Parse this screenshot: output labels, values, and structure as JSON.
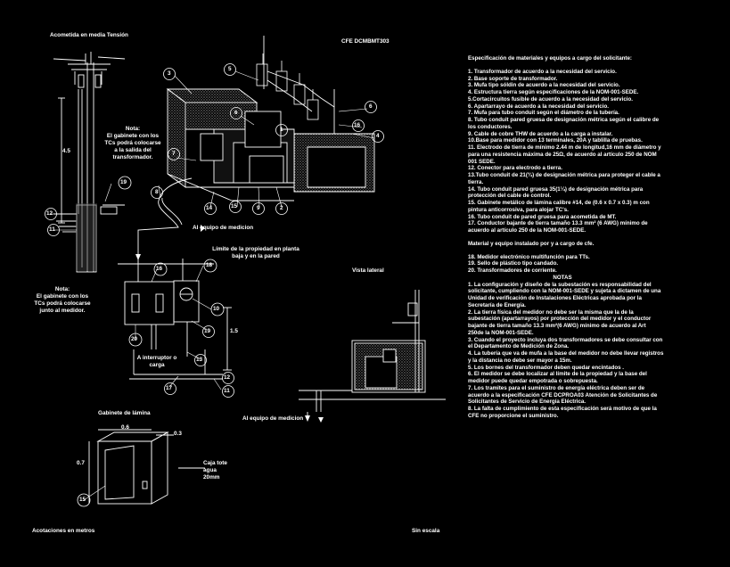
{
  "title_acometida": "Acometida en media Tensión",
  "drawing_code": "CFE DCMBMT303",
  "note1": [
    "Nota:",
    "El gabinete con los",
    "TCs podrá colocarse",
    "a la salida del",
    "transformador."
  ],
  "note2": [
    "Nota:",
    "El gabinete con los",
    "TCs podrá colocarse",
    "junto al medidor."
  ],
  "dim_pole": "4.5",
  "dim_meter": "1.5",
  "label_equipo_medicion": "Al equipo de medicion",
  "label_limite": [
    "Límite de la propiedad en planta",
    "baja y en la pared"
  ],
  "label_interruptor": [
    "A interruptor o",
    "carga"
  ],
  "label_vista_lateral": "Vista lateral",
  "label_equipo_medicion2": "Al equipo de medicion",
  "gabinete_title": "Gabinete de lámina",
  "gabinete_dims": {
    "w": "0.6",
    "d": "0.3",
    "h": "0.7"
  },
  "caja_label": [
    "Caja tote",
    "agua",
    "20mm"
  ],
  "footer_left": "Acotaciones en metros",
  "footer_right": "Sin escala",
  "spec_title": "Especificación de materiales y equipos a cargo del solicitante:",
  "spec_items": [
    "1. Transformador de acuerdo a la necesidad del servicio.",
    "2. Base soporte de transformador.",
    "3. Mufa tipo sóldin de acuerdo a la necesidad del servicio.",
    "4. Estructura tierra según especificaciones de la NOM-001-SEDE.",
    "5.Cortacircuitos fusible de acuerdo a la necesidad del servicio.",
    "6. Apartarrayo de acuerdo a la necesidad del servicio.",
    "7. Mufa para tubo conduit según el diámetro de la tubería.",
    "8. Tubo conduit pared gruesa de designación métrica según el calibre de",
    "los conductores.",
    "9. Cable de cobre THW de acuerdo a la carga a instalar.",
    "10.Base para medidor con 13 terminales, 20A y tablilla de pruebas.",
    "11. Electrodo de tierra de mínimo 2.44 m de longitud,16 mm de diámetro y",
    "para una resistencia máxima de 25Ω, de acuerdo al artículo 250 de NOM",
    "001 SEDE.",
    "12. Conector para electrodo a tierra.",
    "13.Tubo conduit de 21(¾) de designación métrica para proteger el cable a",
    "tierra.",
    "14. Tubo conduit pared gruesa 35(1¼) de designación métrica para",
    "protección del cable de control.",
    "15. Gabinete metálico de lámina calibre #14, de (0.6 x 0.7 x 0.3) m con",
    "pintura anticorrosiva, para alojar TC's.",
    "16. Tubo conduit de pared gruesa para acometida de MT.",
    "17. Conductor bajante de tierra tamaño 13.3 mm² (6 AWG) mínimo de",
    "acuerdo al artículo 250 de la NOM-001-SEDE."
  ],
  "material_title": "Material y equipo instalado por y a cargo de cfe.",
  "material_items": [
    "18. Medidor electrónico multifunción para TTs.",
    "19. Sello de plástico tipo candado.",
    "20. Transformadores de corriente."
  ],
  "notas_title": "NOTAS",
  "notas_items": [
    "1. La configuración y diseño de la subestación es responsabilidad del",
    "solicitante, cumpliendo con la NOM-001-SEDE y sujeta a dictamen de una",
    "Unidad de verificación de Instalaciones Eléctricas aprobada por la",
    "Secretaría de Energía.",
    "2. La tierra física del medidor no debe ser la misma que la de la",
    "subestación (apartarrayos) por protección del medidor y el conductor",
    "bajante de tierra tamaño 13.3 mm²(6 AWG) mínimo de acuerdo al Art",
    "250de la NOM-001-SEDE.",
    "3. Cuando el proyecto incluya dos transformadores se debe consultar con",
    "el Departamento de Medición de Zona.",
    "4. La tubería que va de mufa a la base del medidor no debe llevar registros",
    "y la distancia no debe ser mayor a 15m.",
    "5. Los bornes del transformador deben quedar encintados .",
    "6. El medidor se debe localizar al límite de la propiedad y la base  del",
    "medidor puede quedar empotrada o sobrepuesta.",
    "7. Los tramites para el suministro de energía eléctrica deben ser de",
    "acuerdo a la especificación CFE DCPROA03 Atención de Solicitantes de",
    "Solicitantes de Servicio de Energía Eléctrica.",
    "8. La falta de cumplimiento de esta especificación será motivo de que la",
    "CFE no proporcione el suministro."
  ],
  "callouts": [
    "1",
    "2",
    "3",
    "4",
    "5",
    "6",
    "7",
    "8",
    "9",
    "10",
    "11",
    "12",
    "13",
    "14",
    "15",
    "16",
    "17",
    "18",
    "19",
    "20"
  ],
  "colors": {
    "background": "#000000",
    "lines": "#ffffff",
    "hatch": "#bfbfbf"
  }
}
